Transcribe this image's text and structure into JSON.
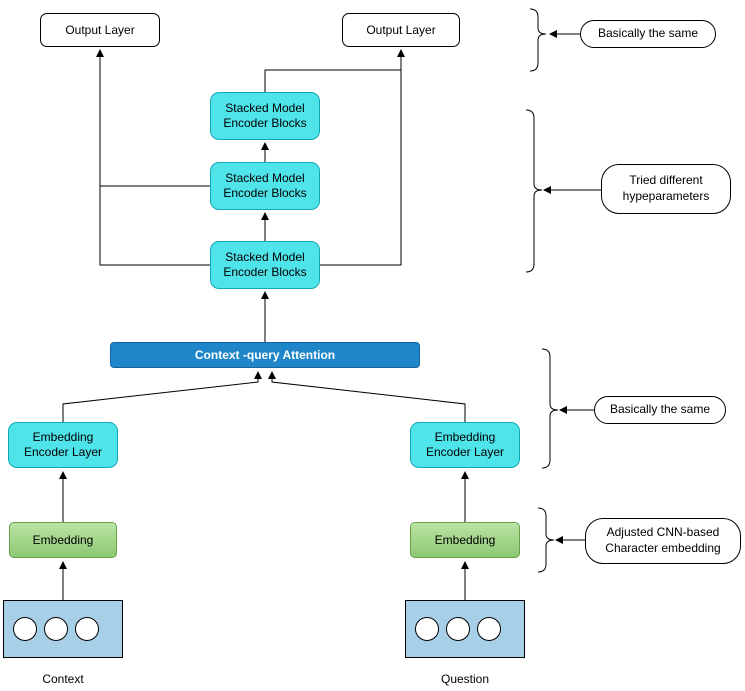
{
  "nodes": {
    "output_left": {
      "label": "Output Layer"
    },
    "output_right": {
      "label": "Output Layer"
    },
    "attention": {
      "label": "Context -query Attention"
    },
    "encoder_left": {
      "label": "Embedding Encoder Layer"
    },
    "encoder_right": {
      "label": "Embedding Encoder Layer"
    },
    "embedding_left": {
      "label": "Embedding"
    },
    "embedding_right": {
      "label": "Embedding"
    },
    "input_left_label": "Context",
    "input_right_label": "Question"
  },
  "stacked_blocks": [
    {
      "label": "Stacked Model Encoder Blocks"
    },
    {
      "label": "Stacked Model Encoder Blocks"
    },
    {
      "label": "Stacked Model Encoder Blocks"
    }
  ],
  "annotations": [
    {
      "label": "Basically the same"
    },
    {
      "label": "Tried different hypeparameters"
    },
    {
      "label": "Basically the same"
    },
    {
      "label": "Adjusted CNN-based Character embedding"
    }
  ],
  "colors": {
    "cyan": "#4fe3ea",
    "blue": "#1f87c9",
    "green": "#8cc874",
    "input_blue": "#a8cfe8",
    "line": "#000000"
  }
}
